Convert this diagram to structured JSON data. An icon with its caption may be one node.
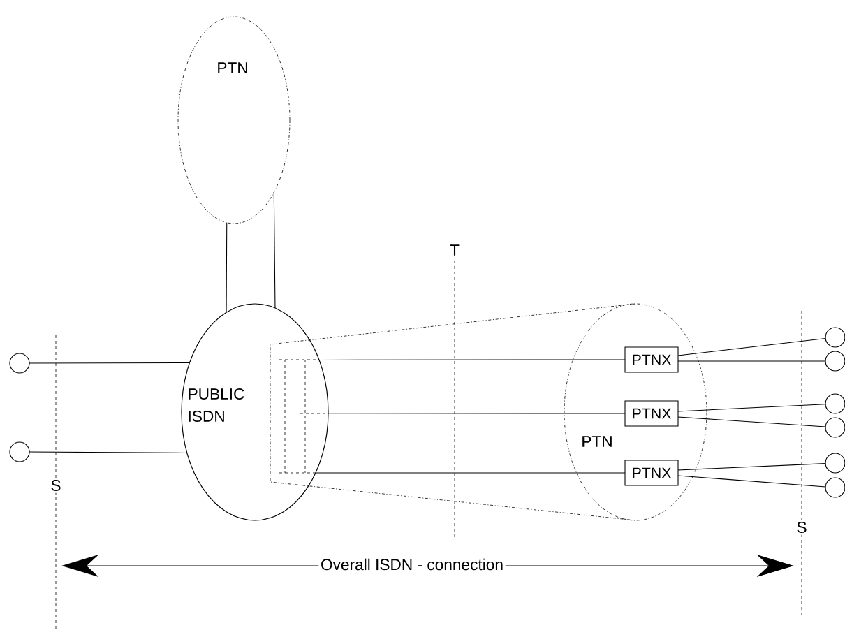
{
  "diagram": {
    "nodes": [
      {
        "text": [
          "PTN"
        ]
      },
      {
        "text": [
          "PUBLIC ISDN"
        ]
      },
      {
        "text": [
          "PTN"
        ]
      },
      {
        "text": [
          "PTNX"
        ],
        "in": 2
      },
      {
        "text": [
          "PTNX"
        ],
        "in": 2
      },
      {
        "text": [
          "PTNX"
        ],
        "in": 2
      },
      {
        "text": [],
        "shape": "circle"
      },
      {
        "text": [],
        "shape": "circle"
      },
      {
        "text": [],
        "shape": "circle"
      },
      {
        "text": [],
        "shape": "circle"
      },
      {
        "text": [],
        "shape": "circle"
      },
      {
        "text": [],
        "shape": "circle"
      },
      {
        "text": [],
        "shape": "circle"
      },
      {
        "text": [],
        "shape": "circle"
      }
    ],
    "edges": [
      {
        "from": 0,
        "to": 1,
        "arrow": "none"
      },
      {
        "from": 0,
        "to": 1,
        "arrow": "none"
      },
      {
        "from": 6,
        "to": 1,
        "arrow": "none"
      },
      {
        "from": 7,
        "to": 1,
        "arrow": "none"
      },
      {
        "from": 1,
        "to": 3,
        "arrow": "none"
      },
      {
        "from": 1,
        "to": 4,
        "arrow": "none"
      },
      {
        "from": 1,
        "to": 5,
        "arrow": "none"
      },
      {
        "from": 3,
        "to": 8,
        "arrow": "none"
      },
      {
        "from": 3,
        "to": 9,
        "arrow": "none"
      },
      {
        "from": 4,
        "to": 10,
        "arrow": "none"
      },
      {
        "from": 4,
        "to": 11,
        "arrow": "none"
      },
      {
        "from": 5,
        "to": 12,
        "arrow": "none"
      },
      {
        "from": 5,
        "to": 13,
        "arrow": "none"
      }
    ],
    "labels": [
      "T",
      "S",
      "S",
      "Overall ISDN - connection"
    ]
  }
}
